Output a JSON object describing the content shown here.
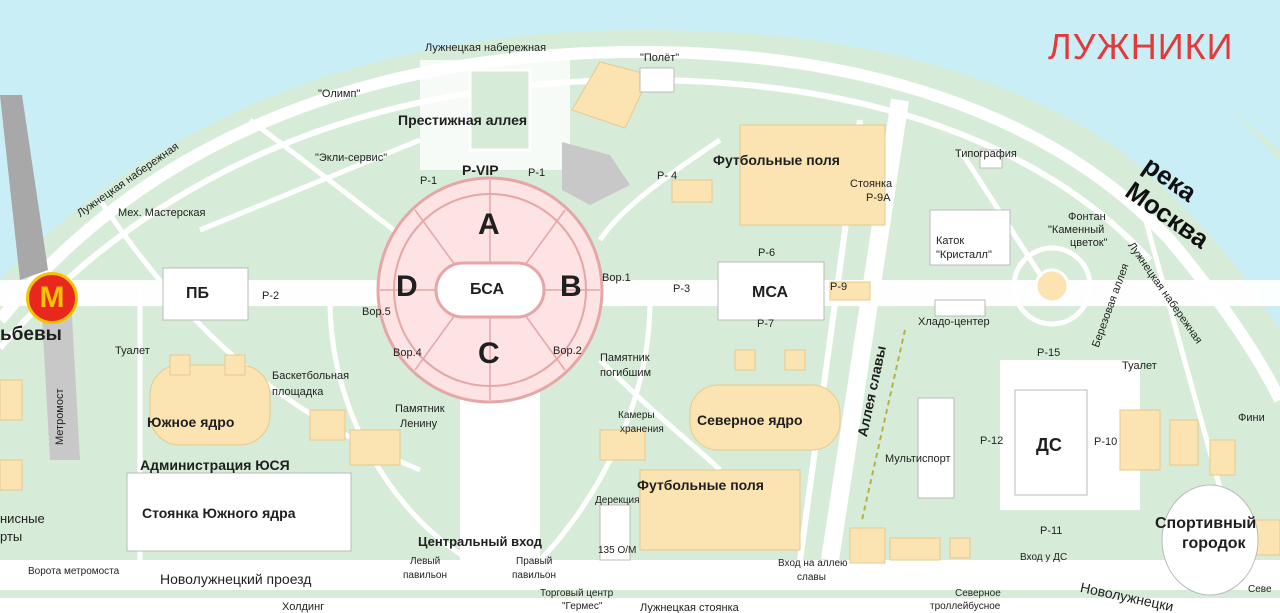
{
  "title": "ЛУЖНИКИ",
  "river": "река Москва",
  "metro": {
    "symbol": "M",
    "station": "ьбевы"
  },
  "colors": {
    "water": "#c9eef5",
    "park": "#d6ecd8",
    "road": "#ffffff",
    "building": "#fbe4b2",
    "arena": "#e6a6a6",
    "title": "#e23a3a"
  },
  "labels": {
    "embankment_top": "Лужнецкая набережная",
    "embankment_left": "Лужнецкая набережная",
    "embankment_right": "Лужнецкая набережная",
    "polyot": "\"Полёт\"",
    "olimp": "\"Олимп\"",
    "prestige_alley": "Престижная аллея",
    "ekli": "\"Экли-сервис\"",
    "p1_left": "Р-1",
    "pvip": "Р-VIP",
    "p1_right": "Р-1",
    "p4": "Р- 4",
    "football_north": "Футбольные поля",
    "parking_9a_1": "Стоянка",
    "parking_9a_2": "Р-9А",
    "typography": "Типография",
    "mech_workshop": "Мех. Мастерская",
    "sector_a": "А",
    "sector_b": "В",
    "sector_c": "С",
    "sector_d": "D",
    "bsa": "БСА",
    "pb": "ПБ",
    "p2": "Р-2",
    "gate1": "Вор.1",
    "gate2": "Вор.2",
    "gate4": "Вор.4",
    "gate5": "Вор.5",
    "p3": "Р-3",
    "p6": "Р-6",
    "msa": "МСА",
    "p9": "Р-9",
    "p7": "Р-7",
    "rink1": "Каток",
    "rink2": "\"Кристалл\"",
    "fountain1": "Фонтан",
    "fountain2": "\"Каменный",
    "fountain3": "цветок\"",
    "cold_center": "Хладо-центер",
    "birch_alley": "Березовая аллея",
    "glory_alley": "Аллея славы",
    "toilet_left": "Туалет",
    "toilet_right": "Туалет",
    "monument_fallen1": "Памятник",
    "monument_fallen2": "погибшим",
    "basketball1": "Баскетбольная",
    "basketball2": "площадка",
    "south_core": "Южное ядро",
    "monument_lenin1": "Памятник",
    "monument_lenin2": "Ленину",
    "storage1": "Камеры",
    "storage2": "хранения",
    "north_core": "Северное ядро",
    "admin": "Администрация ЮСЯ",
    "multisport": "Мультиспорт",
    "p12": "Р-12",
    "ds": "ДС",
    "p10": "Р-10",
    "p15": "Р-15",
    "fini": "Фини",
    "metro_bridge": "Метромост",
    "south_parking": "Стоянка Южного ядра",
    "football_south": "Футбольные поля",
    "direction": "Дерекция",
    "om": "135 О/М",
    "central_entrance": "Центральный вход",
    "left_pav1": "Левый",
    "left_pav2": "павильон",
    "right_pav1": "Правый",
    "right_pav2": "павильон",
    "glory_entrance1": "Вход на аллею",
    "glory_entrance2": "славы",
    "p11": "Р-11",
    "ds_entrance": "Вход у ДС",
    "sport_town1": "Спортивный",
    "sport_town2": "городок",
    "tennis1": "нисные",
    "tennis2": "рты",
    "metro_gate": "Ворота метромоста",
    "novoluzh_proezd": "Новолужнецкий проезд",
    "novoluzh_right": "Новолужнецки",
    "holding": "Холдинг",
    "trade_center1": "Торговый центр",
    "trade_center2": "\"Гермес\"",
    "luzh_parking": "Лужнецкая стоянка",
    "north_trolley1": "Северное",
    "north_trolley2": "троллейбусное",
    "sev": "Севе"
  }
}
